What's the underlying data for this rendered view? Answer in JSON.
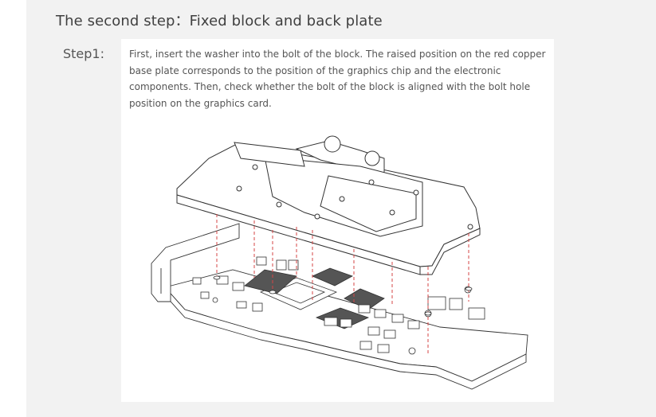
{
  "section": {
    "title": "The second step：Fixed block and back plate"
  },
  "step": {
    "label": "Step1:",
    "description": "First, insert the washer into the bolt of the block. The raised position on the red copper base plate corresponds to the position of the graphics chip and the electronic components. Then, check whether the bolt of the block is aligned with the bolt hole position on the graphics card."
  },
  "colors": {
    "panel_bg": "#f2f2f2",
    "card_bg": "#ffffff",
    "line": "#333333",
    "guide": "#d64545"
  }
}
